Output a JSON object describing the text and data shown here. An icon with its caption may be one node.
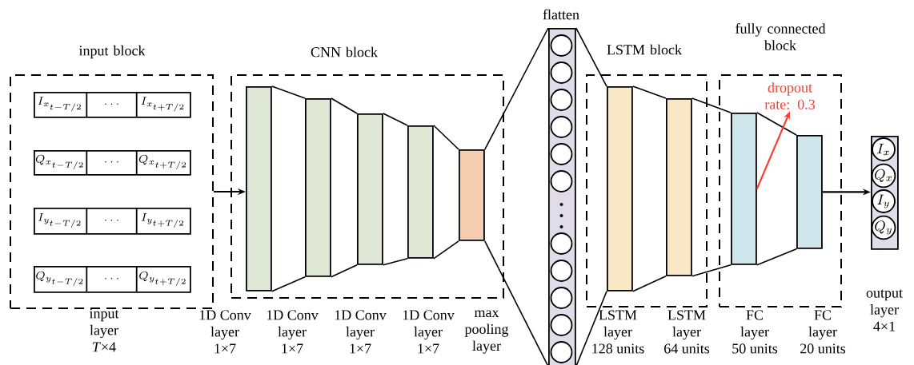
{
  "diagram": {
    "nodes": [
      {
        "text": [
          "input block"
        ],
        "beside": [
          "input layer *T*×4"
        ]
      },
      {
        "text": [
          "I_{x_{t-T/2}}",
          "\\cdots",
          "I_{x_{t+T/2}}"
        ],
        "in": 0
      },
      {
        "text": [
          "Q_{x_{t-T/2}}",
          "\\cdots",
          "Q_{x_{t+T/2}}"
        ],
        "in": 0
      },
      {
        "text": [
          "I_{y_{t-T/2}}",
          "\\cdots",
          "I_{y_{t+T/2}}"
        ],
        "in": 0
      },
      {
        "text": [
          "Q_{y_{t-T/2}}",
          "\\cdots",
          "Q_{y_{t+T/2}}"
        ],
        "in": 0
      },
      {
        "text": [
          "CNN block"
        ]
      },
      {
        "text": [],
        "shape": "bar",
        "in": 5
      },
      {
        "text": [],
        "shape": "bar",
        "in": 5
      },
      {
        "text": [],
        "shape": "bar",
        "in": 5
      },
      {
        "text": [],
        "shape": "bar",
        "in": 5
      },
      {
        "text": [],
        "shape": "bar",
        "in": 5
      },
      {
        "text": [
          "flatten"
        ]
      },
      {
        "text": [
          "LSTM block"
        ]
      },
      {
        "text": [],
        "shape": "bar",
        "in": 12
      },
      {
        "text": [],
        "shape": "bar",
        "in": 12
      },
      {
        "text": [
          "fully connected block"
        ]
      },
      {
        "text": [],
        "shape": "bar",
        "in": 15
      },
      {
        "text": [],
        "shape": "bar",
        "in": 15
      },
      {
        "text": [],
        "shape": "bar",
        "beside": [
          "output layer 4×1"
        ]
      },
      {
        "text": [
          "I_x"
        ],
        "in": 18
      },
      {
        "text": [
          "Q_x"
        ],
        "in": 18
      },
      {
        "text": [
          "I_y"
        ],
        "in": 18
      },
      {
        "text": [
          "Q_y"
        ],
        "in": 18
      },
      {
        "text": [
          "dropout rate: 0.3"
        ],
        "in": 15
      }
    ],
    "edges": [
      {
        "from": 0,
        "to": 6,
        "arrow": "to"
      },
      {
        "from": 6,
        "to": 7,
        "arrow": "none"
      },
      {
        "from": 6,
        "to": 7,
        "arrow": "none"
      },
      {
        "from": 7,
        "to": 8,
        "arrow": "none"
      },
      {
        "from": 7,
        "to": 8,
        "arrow": "none"
      },
      {
        "from": 8,
        "to": 9,
        "arrow": "none"
      },
      {
        "from": 8,
        "to": 9,
        "arrow": "none"
      },
      {
        "from": 9,
        "to": 10,
        "arrow": "none"
      },
      {
        "from": 9,
        "to": 10,
        "arrow": "none"
      },
      {
        "from": 10,
        "to": 11,
        "arrow": "none"
      },
      {
        "from": 10,
        "to": 11,
        "arrow": "none"
      },
      {
        "from": 11,
        "to": 13,
        "arrow": "none"
      },
      {
        "from": 11,
        "to": 13,
        "arrow": "none"
      },
      {
        "from": 13,
        "to": 14,
        "arrow": "none"
      },
      {
        "from": 13,
        "to": 14,
        "arrow": "none"
      },
      {
        "from": 14,
        "to": 16,
        "arrow": "none"
      },
      {
        "from": 14,
        "to": 16,
        "arrow": "none"
      },
      {
        "from": 16,
        "to": 17,
        "arrow": "none"
      },
      {
        "from": 16,
        "to": 17,
        "arrow": "none"
      },
      {
        "from": 17,
        "to": 18,
        "arrow": "to"
      },
      {
        "from": 16,
        "to": 23,
        "arrow": "to",
        "color": "#ff3b30"
      }
    ],
    "labels": [
      "1D Conv layer 1×7",
      "1D Conv layer 1×7",
      "1D Conv layer 1×7",
      "1D Conv layer 1×7",
      "max pooling layer",
      "LSTM layer 128 units",
      "LSTM layer 64 units",
      "FC layer 50 units",
      "FC layer 20 units"
    ]
  }
}
